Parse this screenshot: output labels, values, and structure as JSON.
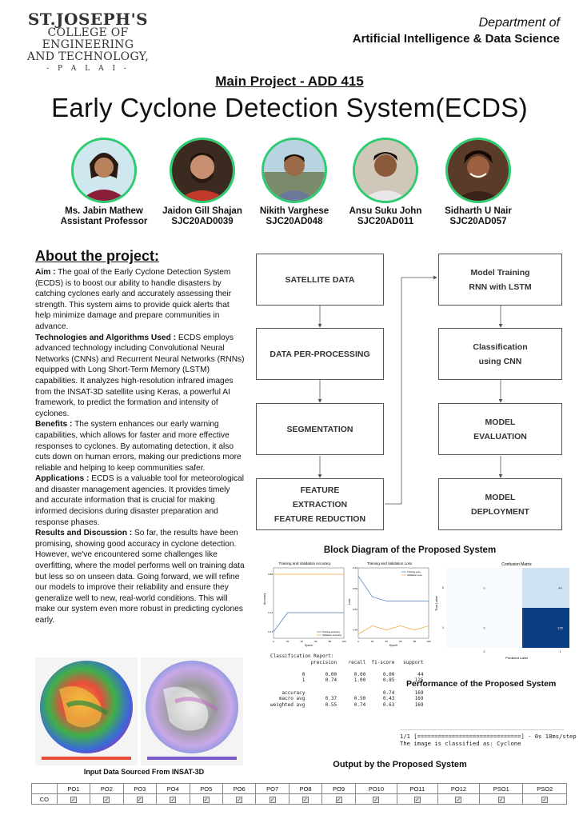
{
  "header": {
    "college_line1": "ST.JOSEPH'S",
    "college_line2": "COLLEGE OF ENGINEERING",
    "college_line3": "AND TECHNOLOGY,",
    "college_line4": "- P A L A I -",
    "dept_line1": "Department of",
    "dept_line2": "Artificial Intelligence & Data Science"
  },
  "course_title": "Main Project - ADD 415",
  "project_title": "Early Cyclone Detection System(ECDS)",
  "team": [
    {
      "name": "Ms. Jabin Mathew",
      "role": "Assistant Professor"
    },
    {
      "name": "Jaidon Gill Shajan",
      "role": "SJC20AD0039"
    },
    {
      "name": "Nikith Varghese",
      "role": "SJC20AD048"
    },
    {
      "name": "Ansu Suku John",
      "role": "SJC20AD011"
    },
    {
      "name": "Sidharth U Nair",
      "role": "SJC20AD057"
    }
  ],
  "about": {
    "heading": "About the project:",
    "aim_label": "Aim :",
    "aim_text": " The goal of the Early Cyclone Detection System (ECDS) is to boost our ability to handle disasters by catching cyclones early and accurately assessing their strength. This system aims to provide quick alerts that help minimize damage and prepare communities in advance.",
    "tech_label": "Technologies and Algorithms Used :",
    "tech_text": " ECDS employs advanced technology including Convolutional Neural Networks (CNNs) and Recurrent Neural Networks (RNNs) equipped with Long Short-Term Memory (LSTM) capabilities. It analyzes high-resolution infrared images from the INSAT-3D satellite using Keras, a powerful AI framework, to predict the formation and intensity of cyclones.",
    "benefits_label": "Benefits :",
    "benefits_text": " The system enhances our early warning capabilities, which allows for faster and more effective responses to cyclones. By automating detection, it also cuts down on human errors, making our predictions more reliable and helping to keep communities safer.",
    "apps_label": "Applications :",
    "apps_text": " ECDS is a valuable tool for meteorological and disaster management agencies. It provides timely and accurate information that is crucial for making informed decisions during disaster preparation and response phases.",
    "results_label": "Results and Discussion :",
    "results_text": " So far, the results have been promising, showing good accuracy in cyclone detection. However, we've encountered some challenges like overfitting, where the model performs well on training data but less so on unseen data. Going forward, we will refine our models to improve their reliability and ensure they generalize well to new, real-world conditions. This will make our system even more robust in predicting cyclones early."
  },
  "block_diagram": {
    "left": [
      "SATELLITE DATA",
      "DATA PER-PROCESSING",
      "SEGMENTATION",
      "FEATURE\nEXTRACTION\nFEATURE  REDUCTION"
    ],
    "right": [
      "Model Training\nRNN with LSTM",
      "Classification\nusing CNN",
      "MODEL\nEVALUATION",
      "MODEL\nDEPLOYMENT"
    ],
    "caption": "Block Diagram of the Proposed System"
  },
  "chart_data": [
    {
      "type": "line",
      "title": "Training and Validation Accuracy",
      "xlabel": "Epoch",
      "ylabel": "Accuracy",
      "x": [
        0,
        20,
        40,
        60,
        80,
        100
      ],
      "series": [
        {
          "name": "Training accuracy",
          "values": [
            0.71,
            0.74,
            0.74,
            0.74,
            0.74,
            0.74
          ]
        },
        {
          "name": "Validation Accuracy",
          "values": [
            0.8,
            0.8,
            0.8,
            0.8,
            0.8,
            0.8
          ]
        }
      ],
      "xlim": [
        0,
        100
      ],
      "ylim": [
        0.7,
        0.81
      ],
      "yticks": [
        "0.71",
        "0.74",
        "0.80"
      ],
      "legend": "bottom-right"
    },
    {
      "type": "line",
      "title": "Training and Validation Loss",
      "xlabel": "Epoch",
      "ylabel": "Loss",
      "x": [
        0,
        20,
        40,
        60,
        80,
        100
      ],
      "series": [
        {
          "name": "Training Loss",
          "values": [
            0.62,
            0.57,
            0.56,
            0.56,
            0.56,
            0.56
          ]
        },
        {
          "name": "Validation Loss",
          "values": [
            0.48,
            0.5,
            0.49,
            0.5,
            0.49,
            0.5
          ]
        }
      ],
      "xlim": [
        0,
        100
      ],
      "ylim": [
        0.47,
        0.64
      ],
      "yticks": [
        "0.49",
        "0.54",
        "0.59",
        "0.64"
      ],
      "legend": "top-right"
    },
    {
      "type": "heatmap",
      "title": "Confusion Matrix",
      "xlabel": "Predicted Label",
      "ylabel": "True Label",
      "x_categories": [
        "0",
        "1"
      ],
      "y_categories": [
        "0",
        "1"
      ],
      "values": [
        [
          0,
          44
        ],
        [
          0,
          125
        ]
      ],
      "colors": [
        "#f7fbff",
        "#cfe3f2",
        "#0b3e82"
      ]
    }
  ],
  "classification_report": "Classification Report:\n              precision    recall  f1-score   support\n\n           0       0.00      0.00      0.00        44\n           1       0.74      1.00      0.85       125\n\n    accuracy                           0.74       169\n   macro avg       0.37      0.50      0.43       169\nweighted avg       0.55      0.74      0.63       169",
  "performance_caption": "Performance of the Proposed System",
  "terminal_output": "1/1 [==============================] - 0s 18ms/step\nThe image is classified as: Cyclone",
  "output_caption": "Output by the Proposed System",
  "input_caption": "Input Data Sourced From INSAT-3D",
  "po_table": {
    "headers": [
      "",
      "PO1",
      "PO2",
      "PO3",
      "PO4",
      "PO5",
      "PO6",
      "PO7",
      "PO8",
      "PO9",
      "PO10",
      "PO11",
      "PO12",
      "PSO1",
      "PSO2"
    ],
    "row_label": "CO",
    "check": "✓"
  },
  "colors": {
    "avatar_ring": "#2ecc71",
    "train_line": "#4a78b8",
    "val_line": "#f0a030",
    "cmap_dark": "#0b3e82"
  }
}
